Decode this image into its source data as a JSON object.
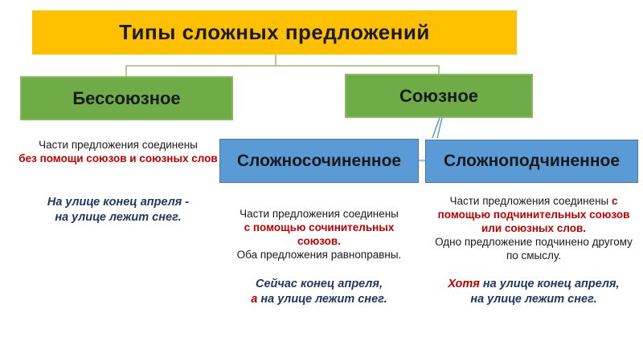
{
  "title": {
    "text": "Типы сложных предложений"
  },
  "colors": {
    "gold": "#FFC000",
    "green": "#6FAC47",
    "green_border": "#84B95C",
    "blue": "#5B9BD5",
    "blue_border": "#4479A8",
    "red_text": "#C00000",
    "navy_text": "#1F3864",
    "black_text": "#1A1A1A",
    "connector_green": "#9BB96F",
    "connector_blue": "#5B9BD5"
  },
  "nodes": {
    "bessoyuznoe": {
      "label": "Бессоюзное"
    },
    "soyuznoe": {
      "label": "Союзное"
    },
    "slozhnosochinennoe": {
      "label": "Сложносочиненное"
    },
    "slozhnopodchinennoe": {
      "label": "Сложноподчиненное"
    }
  },
  "columns": {
    "bessoyuznoe": {
      "desc_plain": "Части предложения соединены",
      "desc_highlight": "без помощи союзов и союзных слов",
      "example_line1": "На улице конец апреля -",
      "example_line2": "на улице лежит снег."
    },
    "slozhnosochinennoe": {
      "desc_plain": "Части предложения соединены",
      "desc_highlight": "с помощью сочинительных союзов.",
      "desc_plain2": "Оба предложения равноправны.",
      "example_line1": "Сейчас конец апреля,",
      "example_conj": "а",
      "example_line2_rest": " на улице лежит снег."
    },
    "slozhnopodchinennoe": {
      "desc_plain": "Части предложения соединены ",
      "desc_highlight": "с помощью подчинительных союзов или союзных слов.",
      "desc_plain2": "Одно предложение подчинено другому по смыслу.",
      "example_conj": "Хотя",
      "example_line1_rest": " на улице конец апреля,",
      "example_line2": "на улице лежит снег."
    }
  }
}
